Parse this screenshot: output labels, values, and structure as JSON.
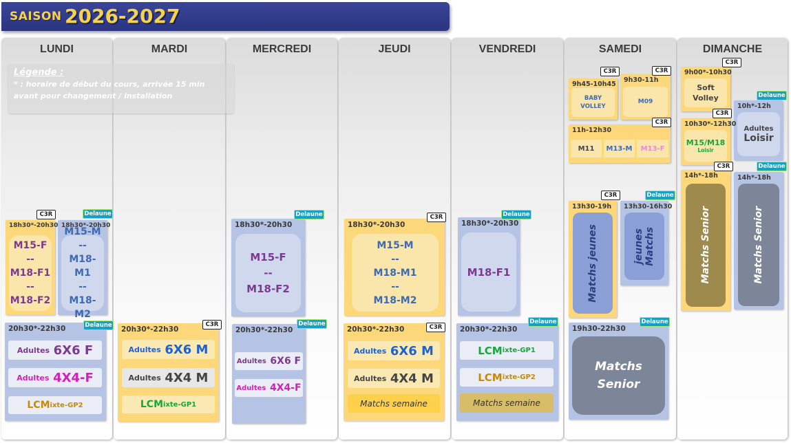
{
  "header": {
    "saison": "SAISON",
    "years": "2026-2027"
  },
  "days": [
    "LUNDI",
    "MARDI",
    "MERCREDI",
    "JEUDI",
    "VENDREDI",
    "SAMEDI",
    "DIMANCHE"
  ],
  "legend": {
    "title": "Légende :",
    "text": "* : horaire de début du cours, arrivée 15 min avant pour changement / installation"
  },
  "tags": {
    "c3r": "C3R",
    "delaune": "Delaune"
  },
  "lundi": {
    "s1": {
      "time": "18h30*-20h30",
      "l1": "M15-F",
      "sep": "--",
      "l2": "M18-F1",
      "l3": "M18-F2"
    },
    "s2": {
      "time": "18h30*-20h30",
      "l1": "M15-M",
      "sep": "--",
      "l2": "M18-M1",
      "l3": "M18-M2"
    },
    "s3": {
      "time": "20h30*-22h30",
      "r1a": "Adultes",
      "r1b": "6X6 F",
      "r2a": "Adultes",
      "r2b": "4X4-F",
      "r3a": "LCM",
      "r3b": "ixte-GP2"
    }
  },
  "mardi": {
    "s1": {
      "time": "20h30*-22h30",
      "r1a": "Adultes",
      "r1b": "6X6 M",
      "r2a": "Adultes",
      "r2b": "4X4 M",
      "r3a": "LCM",
      "r3b": "ixte-GP1"
    }
  },
  "mercredi": {
    "s1": {
      "time": "18h30*-20h30",
      "l1": "M15-F",
      "sep": "--",
      "l2": "M18-F2"
    },
    "s2": {
      "time": "20h30*-22h30",
      "r1a": "Adultes",
      "r1b": "6X6 F",
      "r2a": "Adultes",
      "r2b": "4X4-F"
    }
  },
  "jeudi": {
    "s1": {
      "time": "18h30*-20h30",
      "l1": "M15-M",
      "sep": "--",
      "l2": "M18-M1",
      "l3": "M18-M2"
    },
    "s2": {
      "time": "20h30*-22h30",
      "r1a": "Adultes",
      "r1b": "6X6 M",
      "r2a": "Adultes",
      "r2b": "4X4 M",
      "r3": "Matchs semaine"
    }
  },
  "vendredi": {
    "s1": {
      "time": "18h30*-20h30",
      "l1": "M18-F1"
    },
    "s2": {
      "time": "20h30*-22h30",
      "r1a": "LCM",
      "r1b": "ixte-GP1",
      "r2a": "LCM",
      "r2b": "ixte-GP2",
      "r3": "Matchs semaine"
    }
  },
  "samedi": {
    "s1": {
      "time": "9h45-10h45",
      "l1": "BABY",
      "l2": "VOLLEY"
    },
    "s2": {
      "time": "9h30-11h",
      "l1": "M09"
    },
    "s3": {
      "time": "11h-12h30",
      "a": "M11",
      "b": "M13-M",
      "c": "M13-F"
    },
    "s4": {
      "time": "13h30-19h",
      "l1": "Matchs jeunes"
    },
    "s5": {
      "time": "13h30-16h30",
      "l1": "Matchs",
      "l2": "jeunes"
    },
    "s6": {
      "time": "19h30-22h30",
      "l1": "Matchs",
      "l2": "Senior"
    }
  },
  "dimanche": {
    "s1": {
      "time": "9h00*-10h30",
      "l1": "Soft",
      "l2": "Volley"
    },
    "s2": {
      "time": "10h*-12h",
      "l1": "Adultes",
      "l2": "Loisir"
    },
    "s3": {
      "time": "10h30*-12h30",
      "l1": "M15/M18",
      "l2": "Loisir"
    },
    "s4": {
      "time": "14h*-18h",
      "l1": "Matchs Senior"
    },
    "s5": {
      "time": "14h*-18h",
      "l1": "Matchs Senior"
    }
  },
  "colors": {
    "purple": "#7b3a8e",
    "blue": "#3f6ab0",
    "magenta": "#d41fb8",
    "green": "#14a83a",
    "gold": "#c48a08",
    "brightblue": "#1b62d4"
  }
}
